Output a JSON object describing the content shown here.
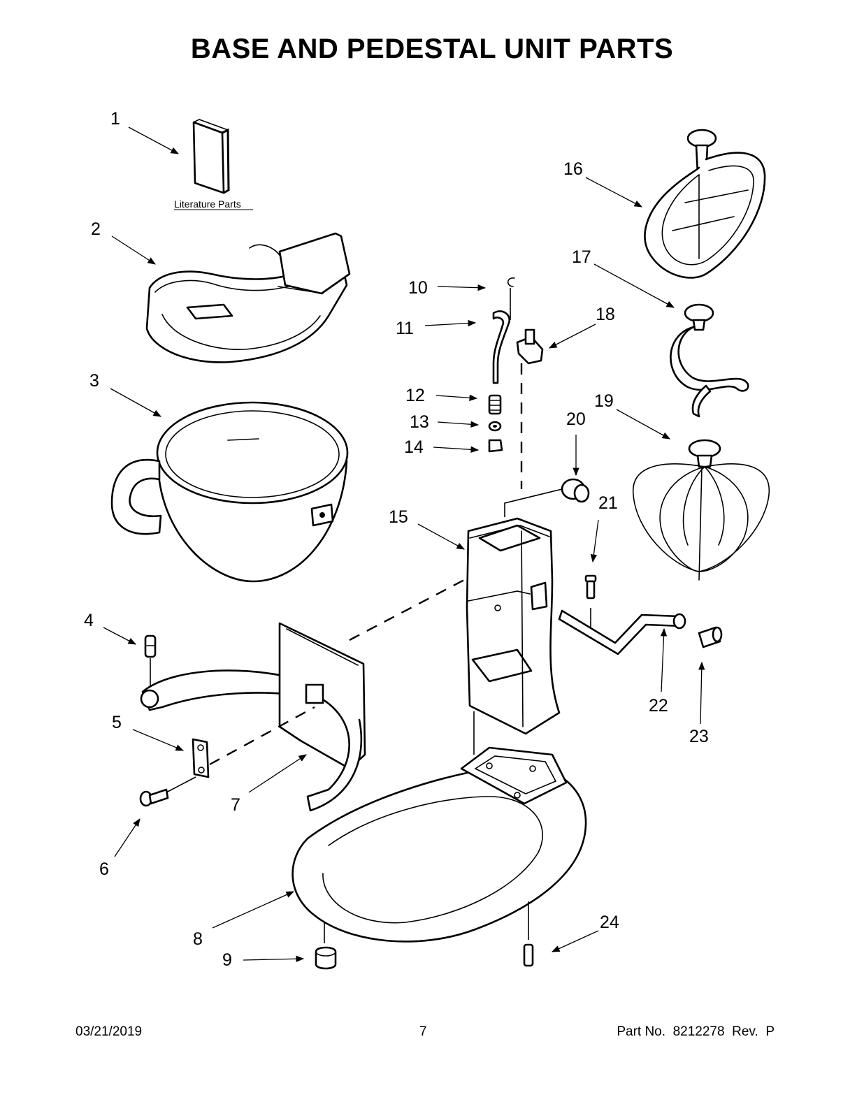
{
  "title": "BASE AND PEDESTAL UNIT PARTS",
  "literature_label": "Literature Parts",
  "callouts": [
    "1",
    "2",
    "3",
    "4",
    "5",
    "6",
    "7",
    "8",
    "9",
    "10",
    "11",
    "12",
    "13",
    "14",
    "15",
    "16",
    "17",
    "18",
    "19",
    "20",
    "21",
    "22",
    "23",
    "24"
  ],
  "footer": {
    "date": "03/21/2019",
    "page": "7",
    "part_number": "Part No.  8212278  Rev.  P"
  }
}
